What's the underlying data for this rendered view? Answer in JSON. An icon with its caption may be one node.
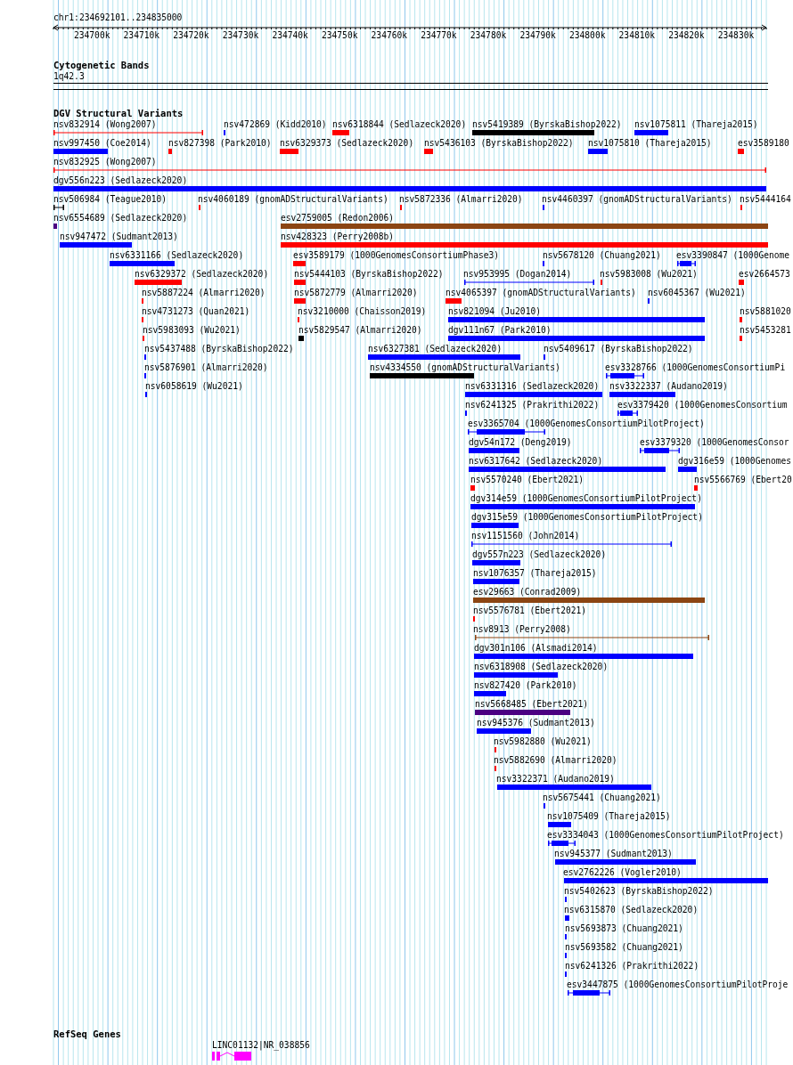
{
  "diagram": {
    "labels": [
      "chr1:234692101..234835000",
      "234700k",
      "234710k",
      "234720k",
      "234730k",
      "234740k",
      "234750k",
      "234760k",
      "234770k",
      "234780k",
      "234790k",
      "234800k",
      "234810k",
      "234820k",
      "234830k",
      "Cytogenetic Bands",
      "1q42.3",
      "DGV Structural Variants",
      "nsv832914 (Wong2007)",
      "nsv472869 (Kidd2010)",
      "nsv6318844 (Sedlazeck2020)",
      "nsv5419389 (ByrskaBishop2022)",
      "nsv1075811 (Thareja2015)",
      "nsv997450 (Coe2014)",
      "nsv827398 (Park2010)",
      "nsv6329373 (Sedlazeck2020)",
      "nsv5436103 (ByrskaBishop2022)",
      "nsv1075810 (Thareja2015)",
      "esv3589180",
      "nsv832925 (Wong2007)",
      "dgv556n223 (Sedlazeck2020)",
      "nsv506984 (Teague2010)",
      "nsv4060189 (gnomADStructuralVariants)",
      "nsv5872336 (Almarri2020)",
      "nsv4460397 (gnomADStructuralVariants)",
      "nsv5444164",
      "nsv6554689 (Sedlazeck2020)",
      "esv2759005 (Redon2006)",
      "nsv947472 (Sudmant2013)",
      "nsv428323 (Perry2008b)",
      "nsv6331166 (Sedlazeck2020)",
      "esv3589179 (1000GenomesConsortiumPhase3)",
      "nsv5678120 (Chuang2021)",
      "esv3390847 (1000Genome",
      "nsv6329372 (Sedlazeck2020)",
      "nsv5444103 (ByrskaBishop2022)",
      "nsv953995 (Dogan2014)",
      "nsv5983008 (Wu2021)",
      "esv2664573",
      "nsv5887224 (Almarri2020)",
      "nsv5872779 (Almarri2020)",
      "nsv4065397 (gnomADStructuralVariants)",
      "nsv6045367 (Wu2021)",
      "nsv4731273 (Quan2021)",
      "nsv3210000 (Chaisson2019)",
      "nsv821094 (Ju2010)",
      "nsv5881020",
      "nsv5983093 (Wu2021)",
      "nsv5829547 (Almarri2020)",
      "dgv111n67 (Park2010)",
      "nsv5453281",
      "nsv5437488 (ByrskaBishop2022)",
      "nsv6327381 (Sedlazeck2020)",
      "nsv5409617 (ByrskaBishop2022)",
      "nsv5876901 (Almarri2020)",
      "nsv4334550 (gnomADStructuralVariants)",
      "esv3328766 (1000GenomesConsortiumPi",
      "nsv6058619 (Wu2021)",
      "nsv6331316 (Sedlazeck2020)",
      "nsv3322337 (Audano2019)",
      "nsv6241325 (Prakrithi2022)",
      "esv3379420 (1000GenomesConsortium",
      "esv3365704 (1000GenomesConsortiumPilotProject)",
      "dgv54n172 (Deng2019)",
      "esv3379320 (1000GenomesConsor",
      "nsv6317642 (Sedlazeck2020)",
      "dgv316e59 (1000Genomes",
      "nsv5570240 (Ebert2021)",
      "nsv5566769 (Ebert20",
      "dgv314e59 (1000GenomesConsortiumPilotProject)",
      "dgv315e59 (1000GenomesConsortiumPilotProject)",
      "nsv1151560 (John2014)",
      "dgv557n223 (Sedlazeck2020)",
      "nsv1076357 (Thareja2015)",
      "esv29663 (Conrad2009)",
      "nsv5576781 (Ebert2021)",
      "nsv8913 (Perry2008)",
      "dgv301n106 (Alsmadi2014)",
      "nsv6318908 (Sedlazeck2020)",
      "nsv827420 (Park2010)",
      "nsv5668485 (Ebert2021)",
      "nsv945376 (Sudmant2013)",
      "nsv5982880 (Wu2021)",
      "nsv5882690 (Almarri2020)",
      "nsv3322371 (Audano2019)",
      "nsv5675441 (Chuang2021)",
      "nsv1075409 (Thareja2015)",
      "esv3334043 (1000GenomesConsortiumPilotProject)",
      "nsv945377 (Sudmant2013)",
      "esv2762226 (Vogler2010)",
      "nsv5402623 (ByrskaBishop2022)",
      "nsv6315870 (Sedlazeck2020)",
      "nsv5693873 (Chuang2021)",
      "nsv5693582 (Chuang2021)",
      "nsv6241326 (Prakrithi2022)",
      "esv3447875 (1000GenomesConsortiumPilotProje",
      "RefSeq Genes",
      "LINC01132|NR_038856"
    ]
  }
}
